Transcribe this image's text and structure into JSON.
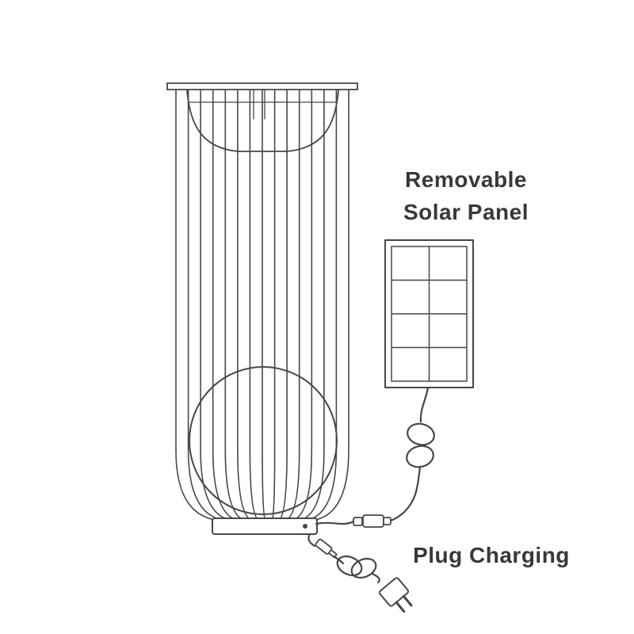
{
  "page": {
    "background_color": "#ffffff"
  },
  "colors": {
    "line": "#474747",
    "text": "#383838"
  },
  "labels": {
    "solar_line1": "Removable",
    "solar_line2": "Solar Panel",
    "plug": "Plug Charging"
  },
  "illustration": {
    "lamp": "wire-cage-floor-lamp-with-globe",
    "solar_panel": "removable-solar-panel-2x4-cells",
    "solar_cable": "coiled-cable-with-dc-connector",
    "plug_cable": "coiled-cable-with-wall-plug"
  }
}
